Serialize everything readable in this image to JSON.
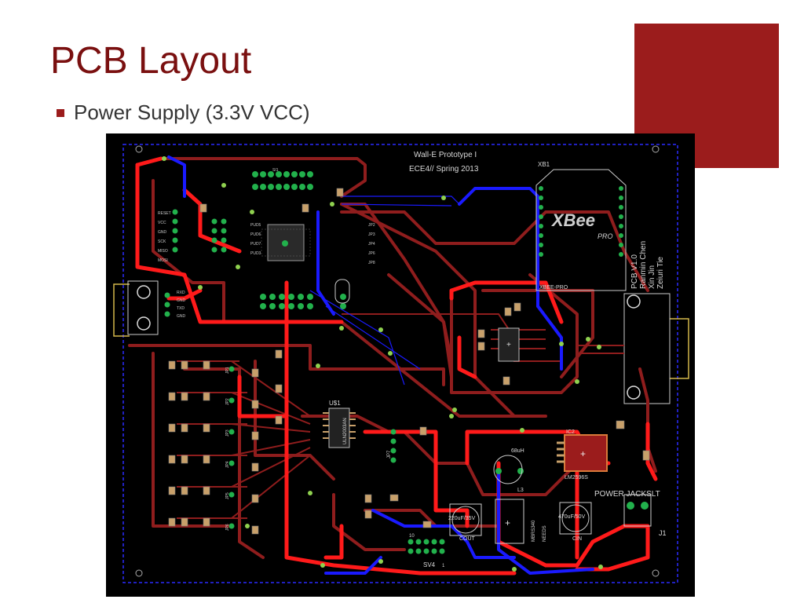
{
  "slide": {
    "title": "PCB Layout",
    "bullet": "Power Supply (3.3V VCC)"
  },
  "colors": {
    "accent": "#9b1c1c",
    "title": "#7a1010",
    "board_bg": "#000000",
    "top_trace": "#9b2020",
    "bright_trace": "#ff1a1a",
    "bottom_trace": "#1a1aff",
    "pad": "#22b14c",
    "via": "#8fd14f",
    "silkscreen": "#cfcfcf",
    "outline": "#d4b84a"
  },
  "pcb": {
    "title_line1": "Wall-E Prototype I",
    "title_line2": "ECE4// Spring 2013",
    "xbee_label": "XB1",
    "xbee_logo": "XBee",
    "xbee_logo_sub": "PRO",
    "xbee_part": "XBEE-PRO",
    "version_block": [
      "PCB V1.0",
      "Ranmin Chen",
      "Xin Jin",
      "Zeiuri Tie"
    ],
    "u1_label": "U$1",
    "u1_part": "ULN2003AN",
    "ic2_label": "IC2",
    "ic2_part": "LM2596S",
    "inductor_value": "68uH",
    "inductor_label": "L3",
    "cout_value": "220uF/35V",
    "cout_label": "COUT",
    "cin_value": "470uF/50V",
    "cin_label": "CIN",
    "power_jack": "POWER JACKSLT",
    "j1_label": "J1",
    "connector": "SV4",
    "connector_pin1": "10",
    "connector_pin2": "1",
    "diode_label": "MBRS340",
    "needs_label": "NEEDS",
    "jp_labels": [
      "JP1",
      "JP2",
      "JP3",
      "JP4",
      "JP5",
      "JP6"
    ],
    "jp7": "JP7",
    "left_header_labels": [
      "RESET",
      "VCC",
      "GND",
      "SCK",
      "MISO",
      "MOSI"
    ],
    "left_header2_labels": [
      "RXD",
      "GND",
      "TXD",
      "GND"
    ],
    "misc_labels": [
      "PUD5",
      "PUD6",
      "PUD7",
      "PUD3",
      "SI1",
      "JP2",
      "JP3",
      "JP4",
      "JP6",
      "JP8"
    ]
  }
}
